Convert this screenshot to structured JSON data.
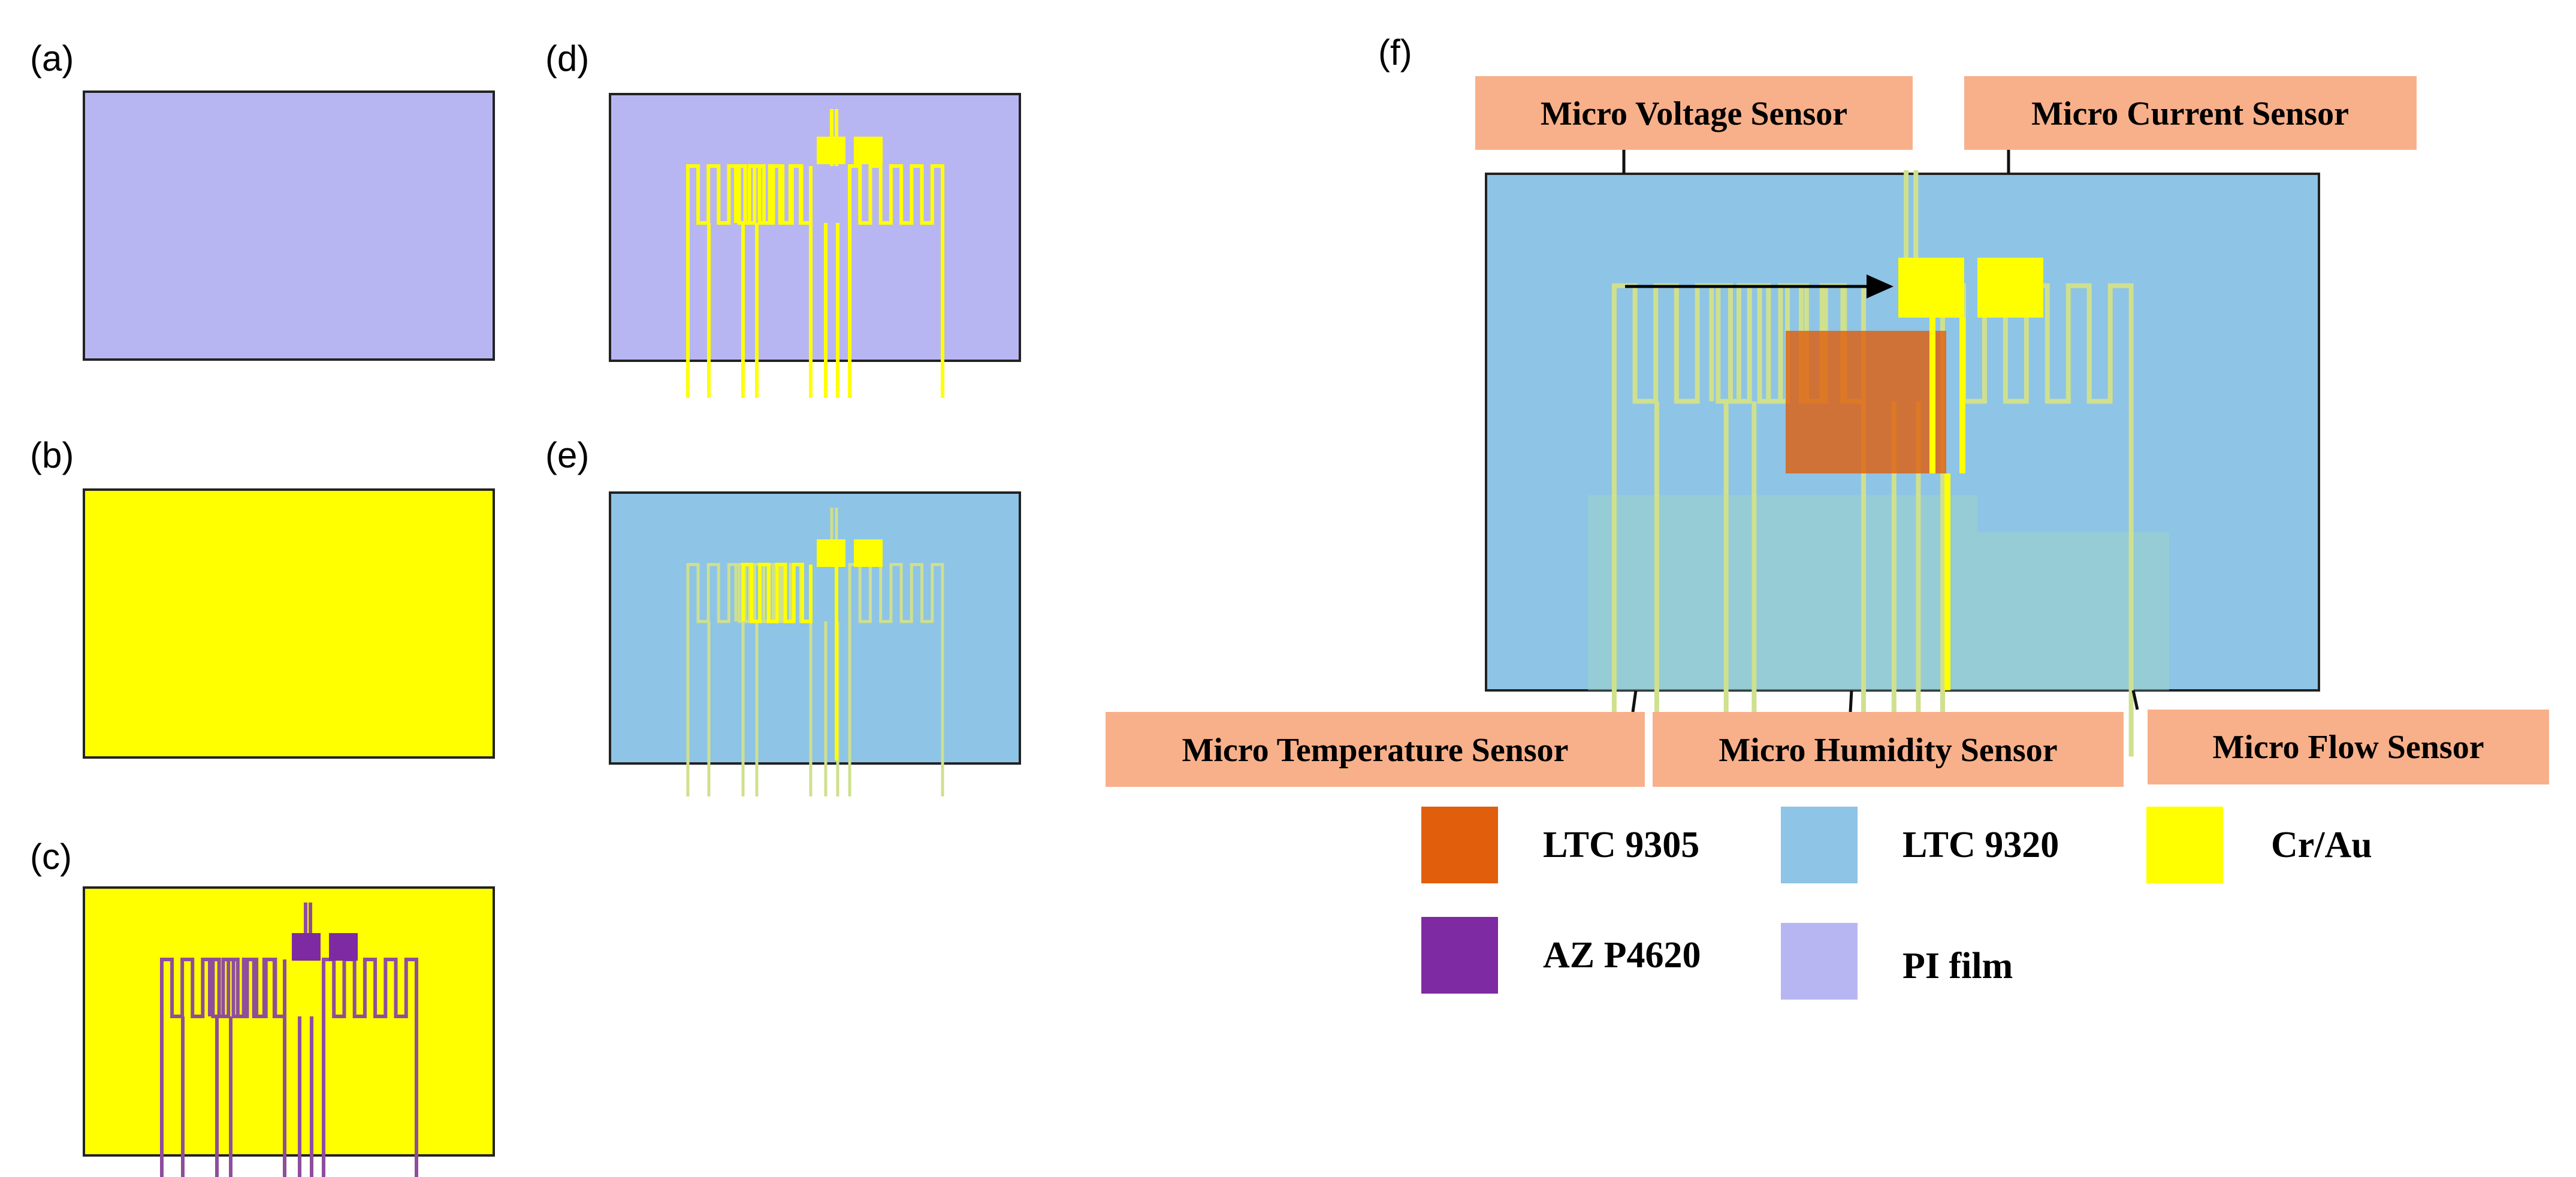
{
  "panels": {
    "a": "(a)",
    "b": "(b)",
    "c": "(c)",
    "d": "(d)",
    "e": "(e)",
    "f": "(f)"
  },
  "sensors": {
    "voltage": "Micro Voltage Sensor",
    "current": "Micro Current Sensor",
    "temperature": "Micro Temperature Sensor",
    "humidity": "Micro Humidity Sensor",
    "flow": "Micro Flow Sensor"
  },
  "legend": {
    "ltc9305": "LTC 9305",
    "ltc9320": "LTC 9320",
    "crau": "Cr/Au",
    "az": "AZ P4620",
    "pi": "PI film"
  },
  "colors": {
    "pi_film": "#B8B6F2",
    "cr_au": "#FFFF00",
    "ltc9320": "#8EC4E6",
    "ltc9305": "#E05E0C",
    "az_p4620": "#7E2AA3",
    "label_box": "#F8B08A",
    "meander_purple": "#8E4E9C",
    "meander_pale": "#CFE08E"
  }
}
